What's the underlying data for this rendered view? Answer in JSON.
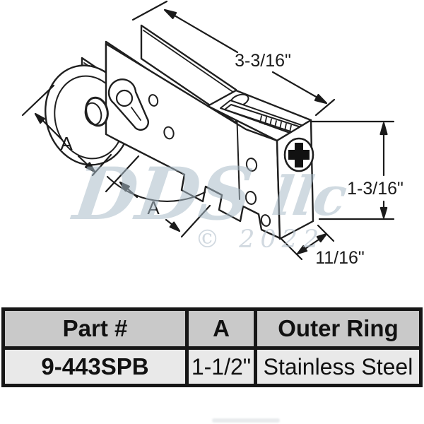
{
  "diagram": {
    "dims": {
      "width": "3-3/16\"",
      "height": "1-3/16\"",
      "depth": "11/16\"",
      "a1": "A",
      "a2": "A"
    },
    "watermark": {
      "brand": "DDS",
      "suffix": "llc",
      "copyright": "© 2022"
    }
  },
  "table": {
    "headers": {
      "part": "Part #",
      "a": "A",
      "outer_ring": "Outer Ring"
    },
    "row": {
      "part": "9-443SPB",
      "a": "1-1/2\"",
      "outer_ring": "Stainless Steel"
    }
  },
  "colors": {
    "line": "#1b1b1b",
    "table_border": "#161616",
    "header_bg": "#c9c9c9",
    "row_bg": "#e9e9e9",
    "watermark": "#aabcc9"
  }
}
